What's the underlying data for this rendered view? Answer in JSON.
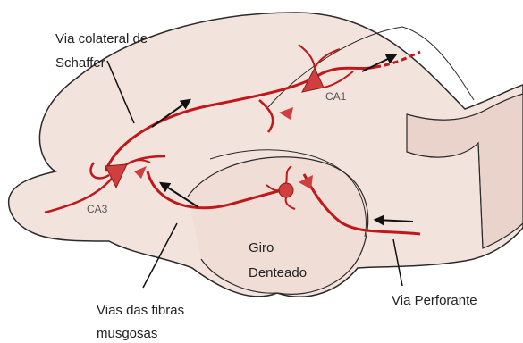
{
  "labels": {
    "schaffer_line1": "Via colateral de",
    "schaffer_line2": "Schaffer",
    "ca1": "CA1",
    "ca3": "CA3",
    "giro_line1": "Giro",
    "giro_line2": "Denteado",
    "perforante": "Via Perforante",
    "musgosas_line1": "Vias das fibras",
    "musgosas_line2": "musgosas"
  },
  "colors": {
    "tissue": "#f3e3dd",
    "tissue_shade": "#e9d3cb",
    "outline": "#2a2a2a",
    "pathway": "#c0171b",
    "neuron": "#cf3f3f",
    "arrow": "#111111"
  }
}
